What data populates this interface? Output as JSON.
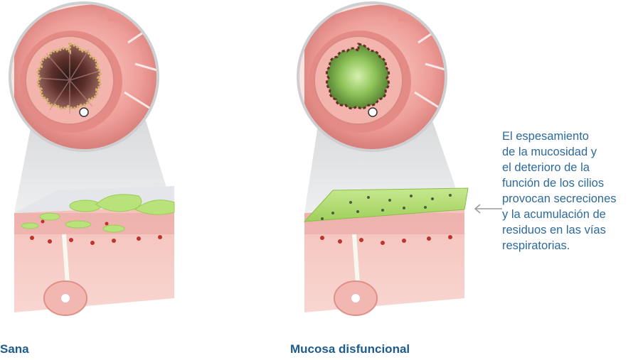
{
  "captions": {
    "left": "Sana",
    "right": "Mucosa disfuncional"
  },
  "annotation": "El espesamiento\nde la mucosidad y\nel deterioro de la\nfunción de los cilios\nprovocan secreciones\ny la acumulación de\nresiduos en las vías\nrespiratorias.",
  "colors": {
    "caption": "#1d5b8c",
    "annotation": "#2d6a9b",
    "tissue": "#f1a49f",
    "healthy_mucus": "#b8e27a",
    "dysfunctional_mucus": "#a8d65e",
    "arrow": "#9a9ca0"
  },
  "icons": {
    "annotation_arrow": "arrow-left-icon"
  }
}
